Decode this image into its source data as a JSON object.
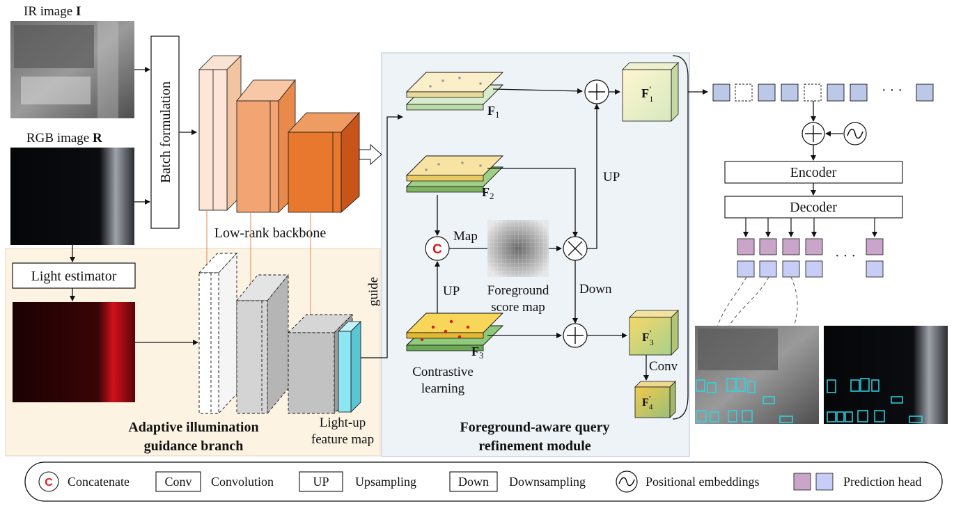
{
  "inputs": {
    "ir_label": "IR image",
    "ir_symbol": "I",
    "rgb_label": "RGB image",
    "rgb_symbol": "R"
  },
  "backbone": {
    "batch_formulation": "Batch formulation",
    "label": "Low-rank backbone"
  },
  "guidance": {
    "light_estimator": "Light estimator",
    "guide": "guide",
    "feature_map_line1": "Light-up",
    "feature_map_line2": "feature map",
    "title_line1": "Adaptive illumination",
    "title_line2": "guidance branch"
  },
  "refinement": {
    "f1": "F",
    "f1_sub": "1",
    "f2": "F",
    "f2_sub": "2",
    "f3": "F",
    "f3_sub": "3",
    "f1p": "F",
    "f1p_sup": "'",
    "f1p_sub": "1",
    "f3p": "F",
    "f3p_sup": "'",
    "f3p_sub": "3",
    "f4p": "F",
    "f4p_sup": "'",
    "f4p_sub": "4",
    "concat_symbol": "C",
    "map": "Map",
    "up_left": "UP",
    "up_right": "UP",
    "down": "Down",
    "conv": "Conv",
    "fg_line1": "Foreground",
    "fg_line2": "score map",
    "contrastive_line1": "Contrastive",
    "contrastive_line2": "learning",
    "title_line1": "Foreground-aware query",
    "title_line2": "refinement module"
  },
  "transformer": {
    "encoder": "Encoder",
    "decoder": "Decoder",
    "ellipsis_tokens": "· · ·",
    "ellipsis_heads": "· · ·"
  },
  "legend": {
    "concat_symbol": "C",
    "concat": "Concatenate",
    "conv_box": "Conv",
    "conv": "Convolution",
    "up_box": "UP",
    "up": "Upsampling",
    "down_box": "Down",
    "down": "Downsampling",
    "pos": "Positional embeddings",
    "pred": "Prediction head"
  },
  "colors": {
    "guidance_bg": "#fdf3e3",
    "refine_bg": "#eef3f8",
    "token": "#bcc8e8",
    "head_top": "#c9a6c9",
    "head_bottom": "#c8cdf5",
    "light_map": "#b40d0d",
    "lightup_feature": "#8fe6f3",
    "detection_box": "#28d8e8"
  }
}
